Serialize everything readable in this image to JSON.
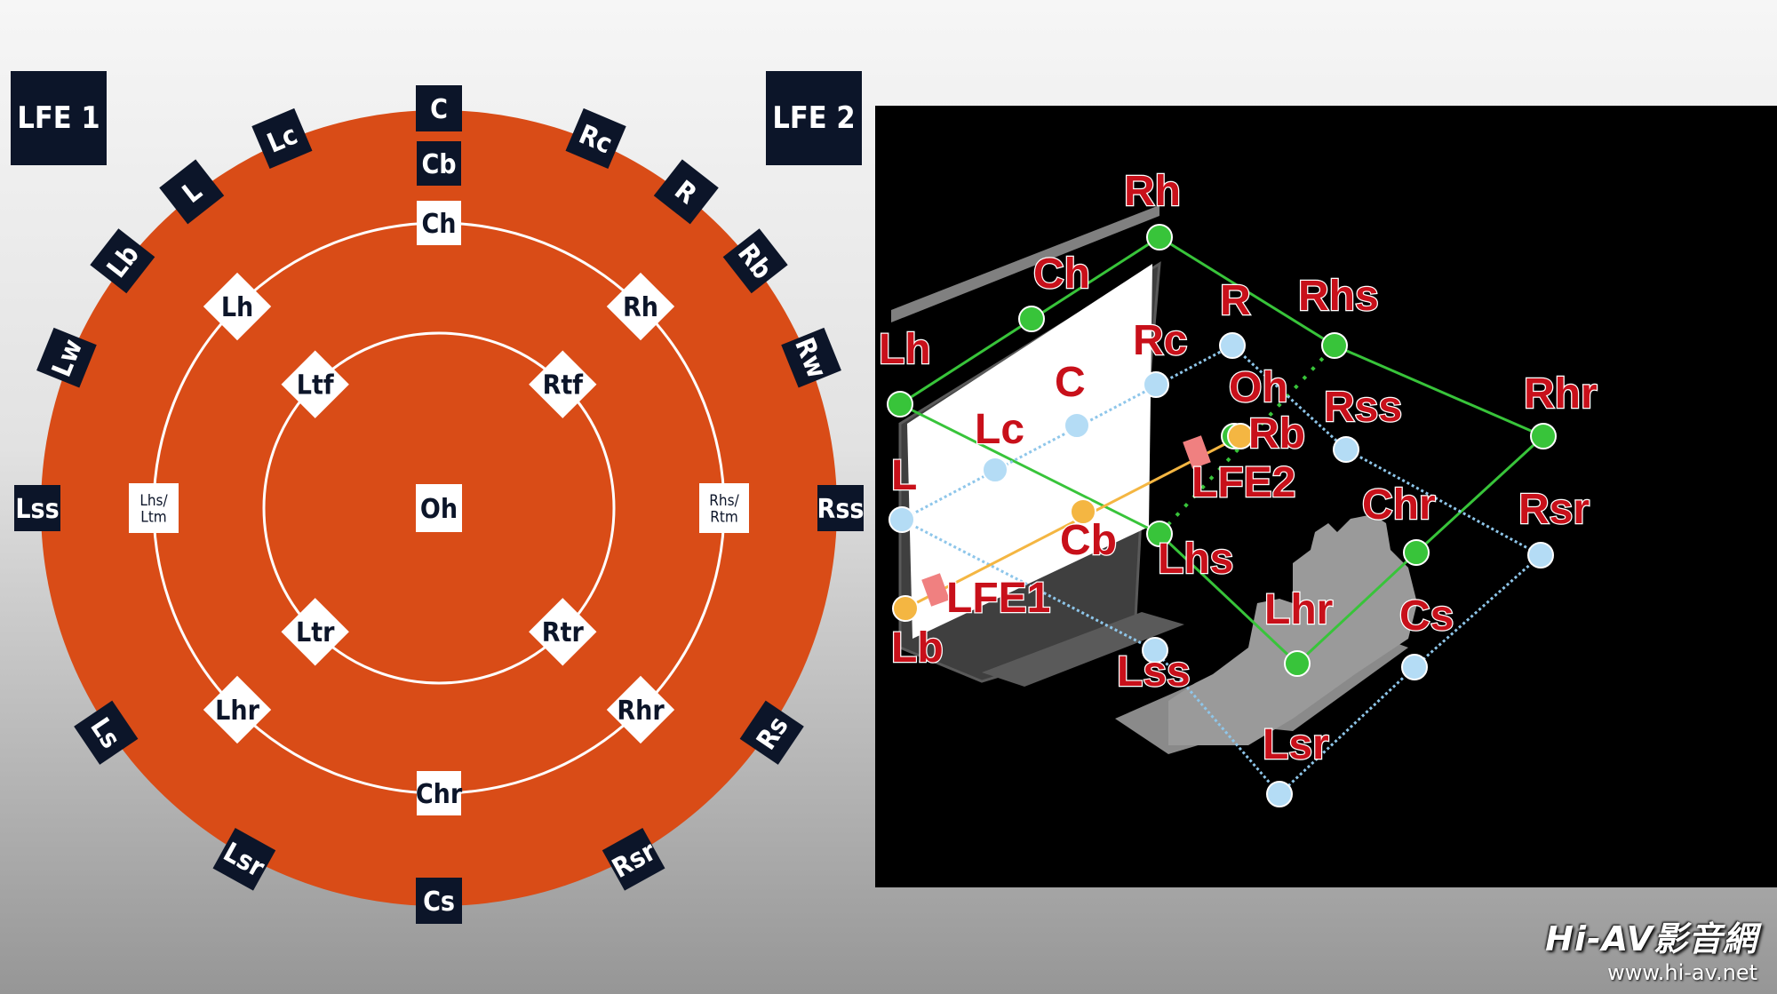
{
  "lfe": {
    "left": "LFE 1",
    "right": "LFE 2"
  },
  "circle": {
    "colors": {
      "disc": "#d94c17",
      "box": "#0c1529",
      "ring": "#ffffff"
    },
    "outer": [
      {
        "label": "C",
        "angle": 0
      },
      {
        "label": "Rc",
        "angle": 23
      },
      {
        "label": "R",
        "angle": 38
      },
      {
        "label": "Rb",
        "angle": 52
      },
      {
        "label": "Rw",
        "angle": 68
      },
      {
        "label": "Rss",
        "angle": 90
      },
      {
        "label": "Rs",
        "angle": 124
      },
      {
        "label": "Rsr",
        "angle": 151
      },
      {
        "label": "Cs",
        "angle": 180
      },
      {
        "label": "Lsr",
        "angle": 209
      },
      {
        "label": "Ls",
        "angle": 236
      },
      {
        "label": "Lss",
        "angle": 270
      },
      {
        "label": "Lw",
        "angle": 292
      },
      {
        "label": "Lb",
        "angle": 308
      },
      {
        "label": "L",
        "angle": 322
      },
      {
        "label": "Lc",
        "angle": 337
      }
    ],
    "cb": "Cb",
    "middle": [
      {
        "label": "Ch",
        "angle": 0,
        "shape": "square"
      },
      {
        "label": "Rh",
        "angle": 45,
        "shape": "diamond"
      },
      {
        "label": "Rhs/ Rtm",
        "angle": 90,
        "shape": "square"
      },
      {
        "label": "Rhr",
        "angle": 135,
        "shape": "diamond"
      },
      {
        "label": "Chr",
        "angle": 180,
        "shape": "square"
      },
      {
        "label": "Lhr",
        "angle": 225,
        "shape": "diamond"
      },
      {
        "label": "Lhs/ Ltm",
        "angle": 270,
        "shape": "square"
      },
      {
        "label": "Lh",
        "angle": 315,
        "shape": "diamond"
      }
    ],
    "inner": [
      {
        "label": "Rtf",
        "angle": 45
      },
      {
        "label": "Rtr",
        "angle": 135
      },
      {
        "label": "Ltr",
        "angle": 225
      },
      {
        "label": "Ltf",
        "angle": 315
      }
    ],
    "center": "Oh"
  },
  "iso": {
    "colors": {
      "green": "#38c43a",
      "blue": "#b4dcf5",
      "orange": "#f4b642",
      "red": "#c8101a",
      "lfe": "#f08080"
    },
    "labels": {
      "Rh": "Rh",
      "Ch": "Ch",
      "R": "R",
      "Rhs": "Rhs",
      "Lh": "Lh",
      "Rc": "Rc",
      "C": "C",
      "Oh": "Oh",
      "Rhr": "Rhr",
      "Lc": "Lc",
      "Rb": "Rb",
      "Rss": "Rss",
      "L": "L",
      "LFE2": "LFE2",
      "Cb": "Cb",
      "Chr": "Chr",
      "Rsr": "Rsr",
      "Lhs": "Lhs",
      "LFE1": "LFE1",
      "Lhr": "Lhr",
      "Cs": "Cs",
      "Lb": "Lb",
      "Lss": "Lss",
      "Lsr": "Lsr"
    }
  },
  "watermark": {
    "brand": "Hi-AV影音網",
    "url": "www.hi-av.net"
  }
}
